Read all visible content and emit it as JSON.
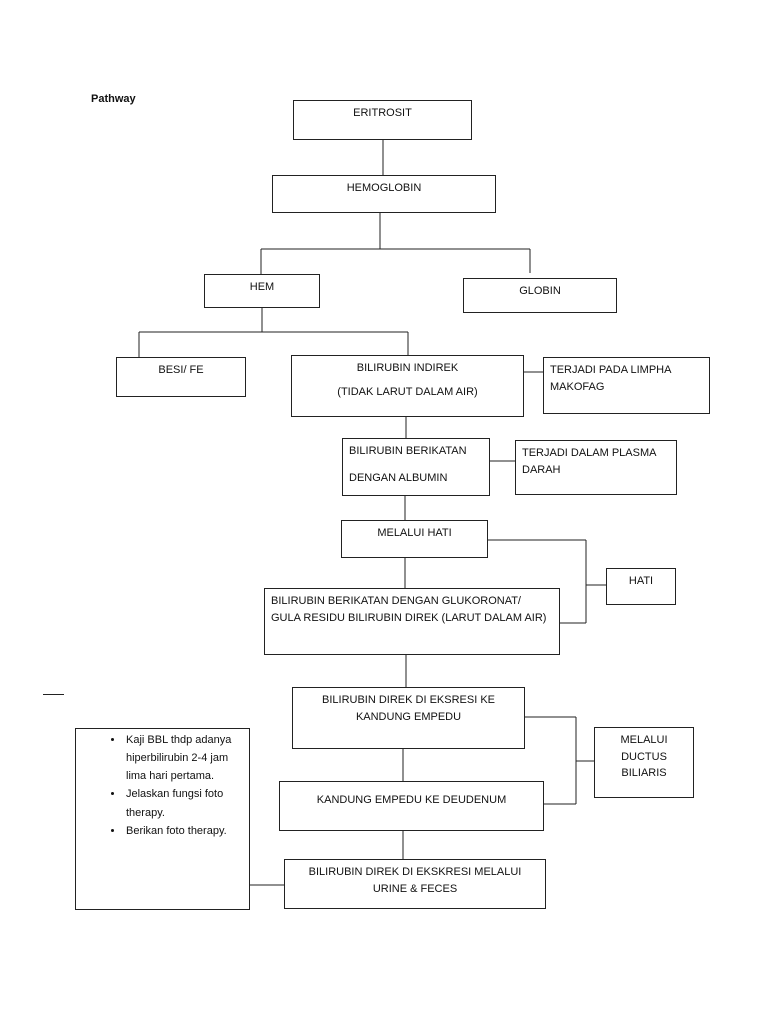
{
  "title": "Pathway",
  "nodes": {
    "eritrosit": "ERITROSIT",
    "hemoglobin": "HEMOGLOBIN",
    "hem": "HEM",
    "globin": "GLOBIN",
    "besi": "BESI/ FE",
    "bilirubin_indirek": {
      "line1": "BILIRUBIN INDIREK",
      "line2": "(TIDAK LARUT DALAM AIR)"
    },
    "limpha": "TERJADI PADA LIMPHA MAKOFAG",
    "albumin": {
      "line1": "BILIRUBIN BERIKATAN",
      "line2": "DENGAN ALBUMIN"
    },
    "plasma": "TERJADI DALAM PLASMA DARAH",
    "melalui_hati": "MELALUI HATI",
    "hati": "HATI",
    "glukoronat": "BILIRUBIN BERIKATAN DENGAN GLUKORONAT/ GULA RESIDU BILIRUBIN DIREK (LARUT DALAM AIR)",
    "ekskresi_empedu": "BILIRUBIN DIREK DI EKSRESI KE KANDUNG EMPEDU",
    "ductus": "MELALUI DUCTUS BILIARIS",
    "deudenum": "KANDUNG EMPEDU KE DEUDENUM",
    "urine": "BILIRUBIN DIREK DI EKSKRESI MELALUI URINE & FECES"
  },
  "actions": [
    "Kaji BBL thdp adanya hiperbilirubin 2-4 jam  lima hari pertama.",
    "Jelaskan fungsi foto therapy.",
    "Berikan foto therapy."
  ]
}
